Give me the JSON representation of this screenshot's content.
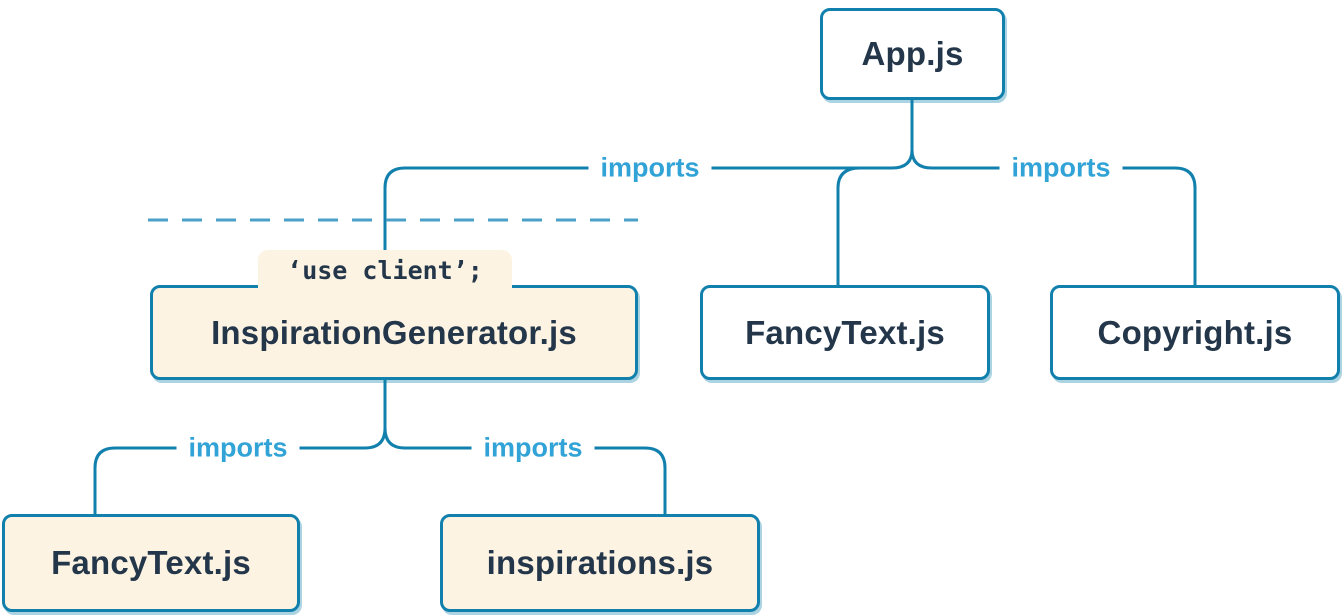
{
  "colors": {
    "line": "#1280ad",
    "imports": "#31a3d6",
    "text": "#24364a",
    "client_bg": "#fdf3e2",
    "node_bg": "#ffffff",
    "boundary": "#4aa0c8"
  },
  "nodes": {
    "app": {
      "label": "App.js",
      "variant": "server"
    },
    "inspiration_generator": {
      "label": "InspirationGenerator.js",
      "variant": "client",
      "directive": "‘use client’;"
    },
    "fancy_text_top": {
      "label": "FancyText.js",
      "variant": "server"
    },
    "copyright": {
      "label": "Copyright.js",
      "variant": "server"
    },
    "fancy_text_bottom": {
      "label": "FancyText.js",
      "variant": "client"
    },
    "inspirations": {
      "label": "inspirations.js",
      "variant": "client"
    }
  },
  "edges": {
    "app_left_label": "imports",
    "app_right_label": "imports",
    "generator_left_label": "imports",
    "generator_right_label": "imports"
  }
}
